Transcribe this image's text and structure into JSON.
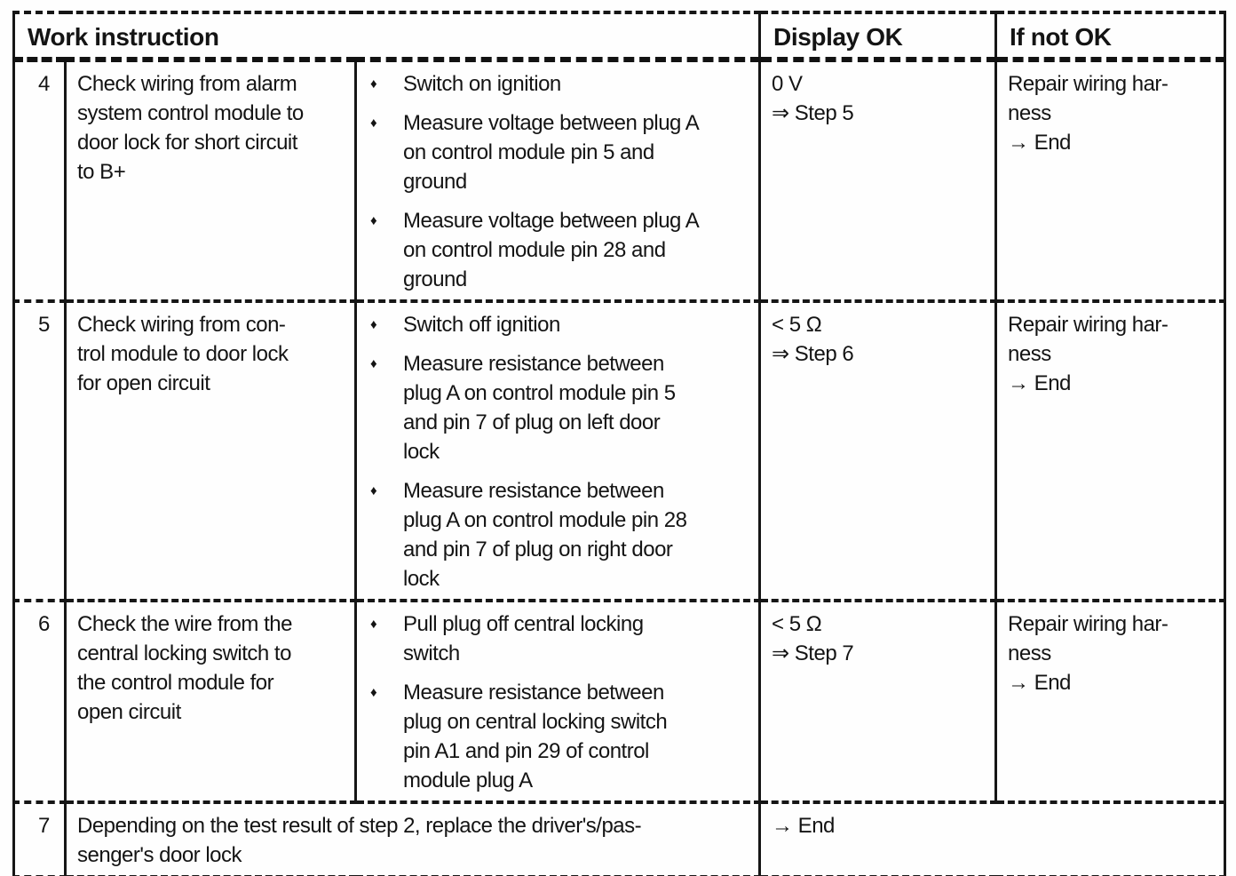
{
  "icons": {
    "bullet_diamond": "♦"
  },
  "table": {
    "headers": {
      "work_instruction": "Work instruction",
      "display_ok": "Display OK",
      "if_not_ok": "If not OK"
    },
    "rows": [
      {
        "step": "4",
        "instruction": "Check wiring from alarm\nsystem control module to\ndoor lock for short circuit\nto B+",
        "actions": [
          "Switch on ignition",
          "Measure voltage between plug A\non control module pin 5 and\nground",
          "Measure voltage between plug A\non control module pin 28 and\nground"
        ],
        "display_ok": "0 V\n⇒ Step 5",
        "if_not_ok": "Repair wiring har-\nness\n→ End"
      },
      {
        "step": "5",
        "instruction": "Check wiring from con-\ntrol module to door lock\nfor open circuit",
        "actions": [
          "Switch off ignition",
          "Measure resistance between\nplug A on control module pin 5\nand pin 7 of plug on left door\nlock",
          "Measure resistance between\nplug A on control module pin 28\nand pin 7 of plug on right door\nlock"
        ],
        "display_ok": "< 5 Ω\n⇒ Step 6",
        "if_not_ok": "Repair wiring har-\nness\n→ End"
      },
      {
        "step": "6",
        "instruction": "Check the wire from the\ncentral locking switch to\nthe control module for\nopen circuit",
        "actions": [
          "Pull plug off central locking\nswitch",
          "Measure resistance between\nplug on central locking switch\npin A1 and pin 29 of control\nmodule plug A"
        ],
        "display_ok": "< 5 Ω\n⇒ Step 7",
        "if_not_ok": "Repair wiring har-\nness\n→ End"
      }
    ],
    "final_row": {
      "step": "7",
      "instruction": "Depending on the test result of step 2, replace the driver's/pas-\nsenger's door lock",
      "result": "→ End"
    }
  }
}
